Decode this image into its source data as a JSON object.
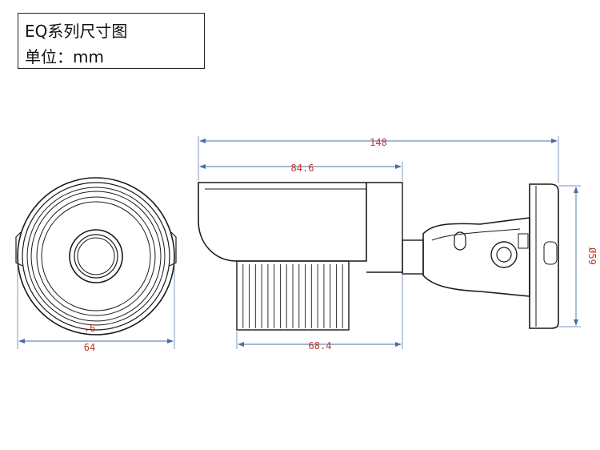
{
  "title": {
    "line1": "EQ系列尺寸图",
    "line2": "单位：mm"
  },
  "dimensions": {
    "overall_length": "148",
    "housing_length": "84.6",
    "finned_length": "68.4",
    "front_width": "64",
    "front_inner_mark": ".6",
    "base_diameter": "Ø59"
  },
  "colors": {
    "dimension_text": "#c0392b",
    "dimension_line": "#4a6fa5",
    "outline": "#1a1a1a"
  },
  "views": [
    "front-view",
    "side-view"
  ]
}
